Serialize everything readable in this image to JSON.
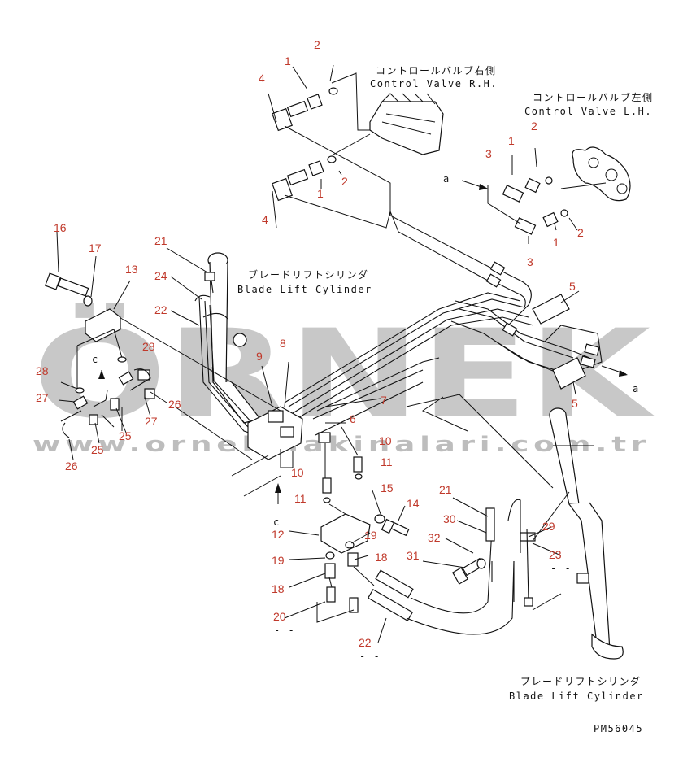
{
  "watermark": {
    "brand": "ÖRNEK",
    "url": "www.ornekmakinalari.com.tr"
  },
  "labels": {
    "control_valve_rh_jp": "コントロールバルブ右側",
    "control_valve_rh_en": "Control Valve R.H.",
    "control_valve_lh_jp": "コントロールバルブ左側",
    "control_valve_lh_en": "Control Valve L.H.",
    "blade_lift_top_jp": "ブレードリフトシリンダ",
    "blade_lift_top_en": "Blade Lift Cylinder",
    "blade_lift_bottom_jp": "ブレードリフトシリンダ",
    "blade_lift_bottom_en": "Blade Lift Cylinder",
    "drawing_code": "PM56045",
    "view_a": "a",
    "view_c": "c",
    "dash": "- -"
  },
  "callouts": {
    "n1": "1",
    "n2": "2",
    "n3": "3",
    "n4": "4",
    "n5": "5",
    "n6": "6",
    "n7": "7",
    "n8": "8",
    "n9": "9",
    "n10": "10",
    "n11": "11",
    "n12": "12",
    "n13": "13",
    "n14": "14",
    "n15": "15",
    "n16": "16",
    "n17": "17",
    "n18": "18",
    "n19": "19",
    "n20": "20",
    "n21": "21",
    "n22": "22",
    "n23": "23",
    "n24": "24",
    "n25": "25",
    "n26": "26",
    "n27": "27",
    "n28": "28",
    "n29": "29",
    "n30": "30",
    "n31": "31",
    "n32": "32"
  }
}
